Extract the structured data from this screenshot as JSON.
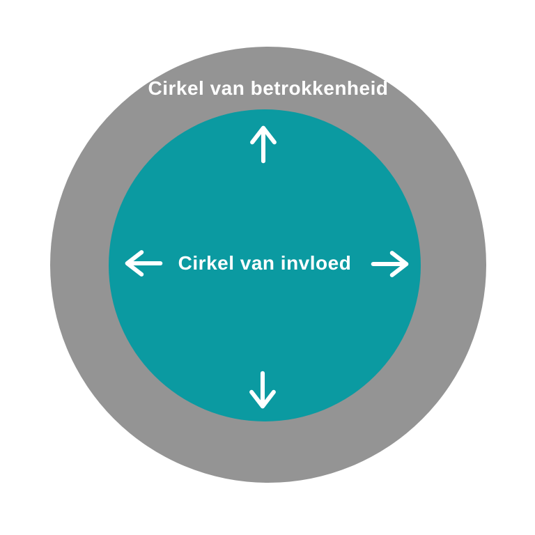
{
  "diagram": {
    "background_color": "#ffffff",
    "text_color": "#ffffff",
    "arrow_color": "#ffffff",
    "outer_circle": {
      "label": "Cirkel van betrokkenheid",
      "color": "#949494"
    },
    "inner_circle": {
      "label": "Cirkel van invloed",
      "color": "#0b9aa1"
    },
    "arrows": [
      "up",
      "down",
      "left",
      "right"
    ]
  }
}
